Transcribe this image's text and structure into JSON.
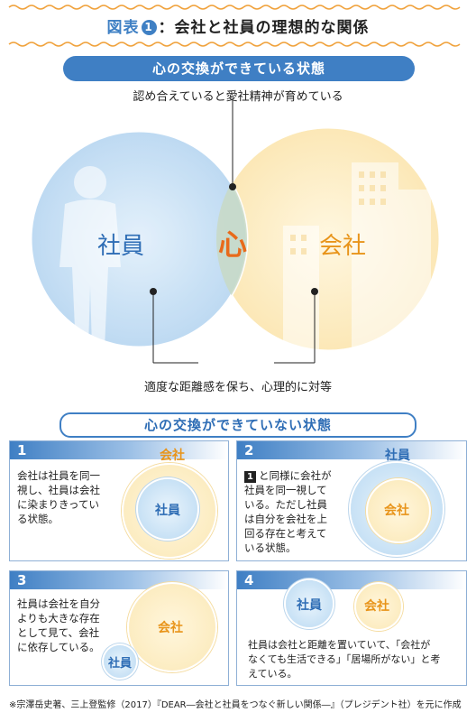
{
  "title": {
    "prefix": "図表",
    "number": "1",
    "colon": "：",
    "text": "会社と社員の理想的な関係"
  },
  "ideal": {
    "banner": "心の交換ができている状態",
    "top_caption": "認め合えていると愛社精神が育めている",
    "left_label": "社員",
    "right_label": "会社",
    "center_label": "心",
    "bottom_caption": "適度な距離感を保ち、心理的に対等"
  },
  "not_ideal": {
    "banner": "心の交換ができていない状態",
    "cases": [
      {
        "number": "1",
        "text_lines": [
          "会社は社員を同一",
          "視し、社員は会社",
          "に染まりきってい",
          "る状態。"
        ],
        "outer_label": "会社",
        "inner_label": "社員"
      },
      {
        "number": "2",
        "ref_badge": "1",
        "text_lines": [
          "と同様に会社が",
          "社員を同一視して",
          "いる。ただし社員",
          "は自分を会社を上",
          "回る存在と考えて",
          "いる状態。"
        ],
        "outer_label": "社員",
        "inner_label": "会社"
      },
      {
        "number": "3",
        "text_lines": [
          "社員は会社を自分",
          "よりも大きな存在",
          "として見て、会社",
          "に依存している。"
        ],
        "big_label": "会社",
        "small_label": "社員"
      },
      {
        "number": "4",
        "text_lines": [
          "社員は会社と距離を置いていて、「会社が",
          "なくても生活できる」「居場所がない」と考",
          "えている。"
        ],
        "left_label": "社員",
        "right_label": "会社"
      }
    ]
  },
  "footnote": "※宗澤岳史著、三上登監修（2017）『DEAR―会社と社員をつなぐ新しい関係―』（プレジデント社）を元に作成",
  "colors": {
    "accent_blue": "#3f7fc4",
    "accent_orange": "#e8941a",
    "heart_orange": "#e86a1a",
    "title_wave": "#f0a23c"
  }
}
